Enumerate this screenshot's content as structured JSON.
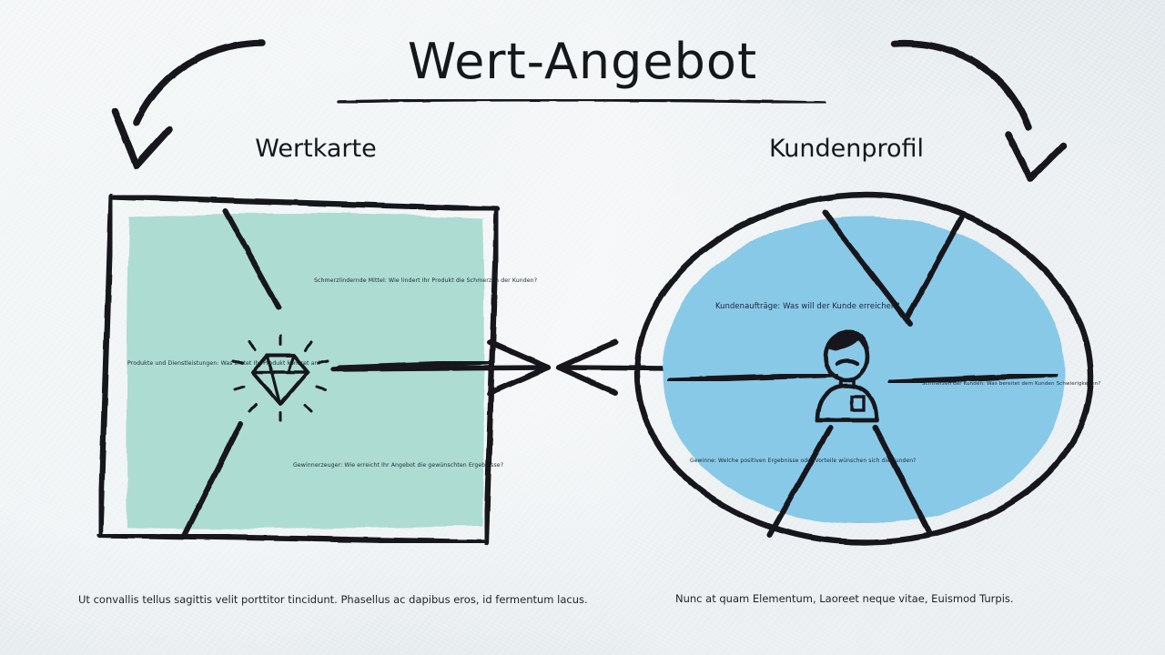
{
  "page": {
    "title": "Wert-Angebot",
    "background_color": "#e8eef0",
    "ink_color": "#141819"
  },
  "headings": {
    "left": "Wertkarte",
    "right": "Kundenprofil"
  },
  "value_map": {
    "shape": "square",
    "fill_color": "#addcd2",
    "icon": "diamond-icon",
    "segments": [
      {
        "key": "pain_relievers",
        "label": "Schmerzlindernde Mittel: Wie lindert Ihr Produkt die Schmerzen der Kunden?"
      },
      {
        "key": "products_services",
        "label": "Produkte und Dienstleistungen: Was bietet Ihr Produkt konkret an?"
      },
      {
        "key": "gain_creators",
        "label": "Gewinnerzeuger: Wie erreicht Ihr Angebot die gewünschten Ergebnisse?"
      }
    ]
  },
  "customer_profile": {
    "shape": "circle",
    "fill_color": "#89c9e8",
    "icon": "customer-icon",
    "segments": [
      {
        "key": "customer_jobs",
        "label": "Kundenaufträge: Was will der Kunde erreichen?"
      },
      {
        "key": "pains",
        "label": "Schmerzen der Kunden: Was bereitet dem Kunden Schwierigkeiten?"
      },
      {
        "key": "gains",
        "label": "Gewinne: Welche positiven Ergebnisse oder Vorteile wünschen sich die Kunden?"
      }
    ]
  },
  "captions": {
    "left": "Ut convallis tellus sagittis velit porttitor tincidunt. Phasellus ac dapibus eros, id fermentum lacus.",
    "right": "Nunc at quam Elementum, Laoreet neque vitae, Euismod Turpis."
  },
  "decorations": {
    "arrow_left": "curved-arrow-down-left-icon",
    "arrow_right": "curved-arrow-down-right-icon",
    "fit_arrow_left": "fit-arrow-right-icon",
    "fit_arrow_right": "fit-arrow-left-icon",
    "title_underline": "underline-stroke"
  }
}
